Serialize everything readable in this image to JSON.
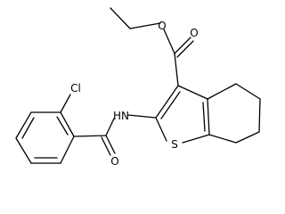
{
  "molecule": {
    "atoms": {
      "cl": "Cl",
      "nh": "HN",
      "s": "S",
      "o_carbonyl_ester": "O",
      "o_ether_ester": "O",
      "o_amide": "O"
    }
  },
  "colors": {
    "bond": "#000000",
    "label": "#000000",
    "background": "#ffffff"
  }
}
